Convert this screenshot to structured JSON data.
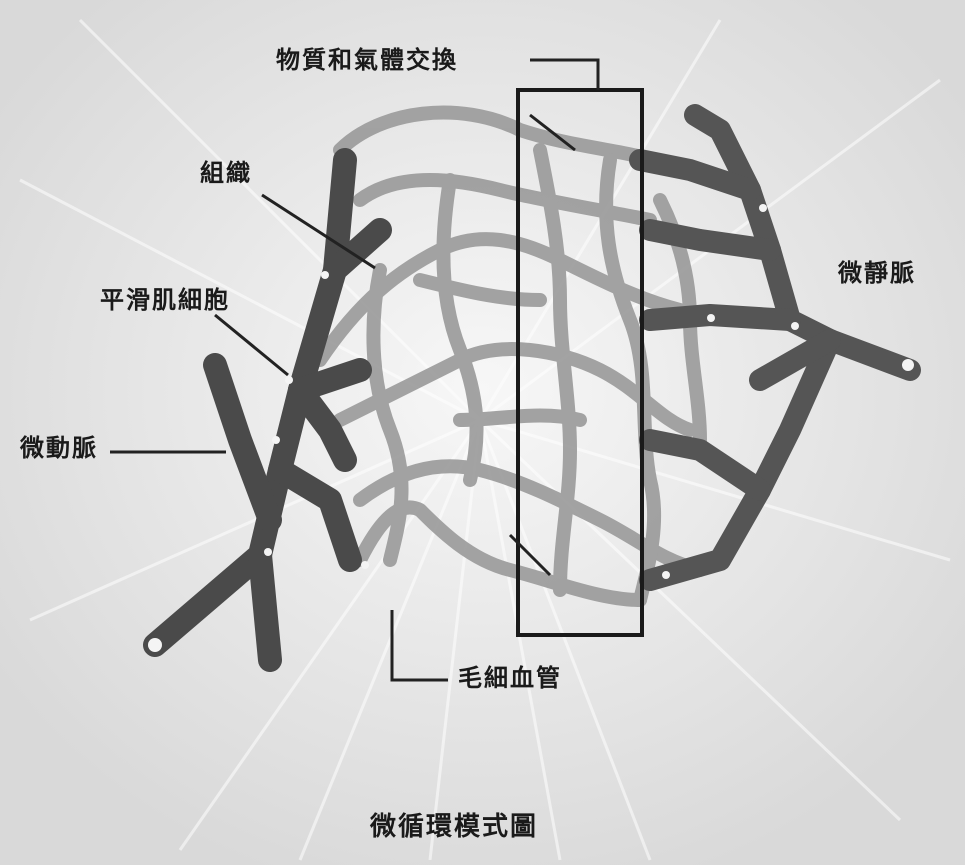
{
  "labels": {
    "exchange": "物質和氣體交換",
    "tissue": "組織",
    "smooth_muscle": "平滑肌細胞",
    "arteriole": "微動脈",
    "venule": "微靜脈",
    "capillary": "毛細血管",
    "title": "微循環模式圖"
  },
  "colors": {
    "background": "#efefef",
    "arteriole_vessel": "#4a4a4a",
    "venule_vessel": "#555555",
    "capillary_vessel": "#9a9a9a",
    "leader_line": "#222222"
  }
}
